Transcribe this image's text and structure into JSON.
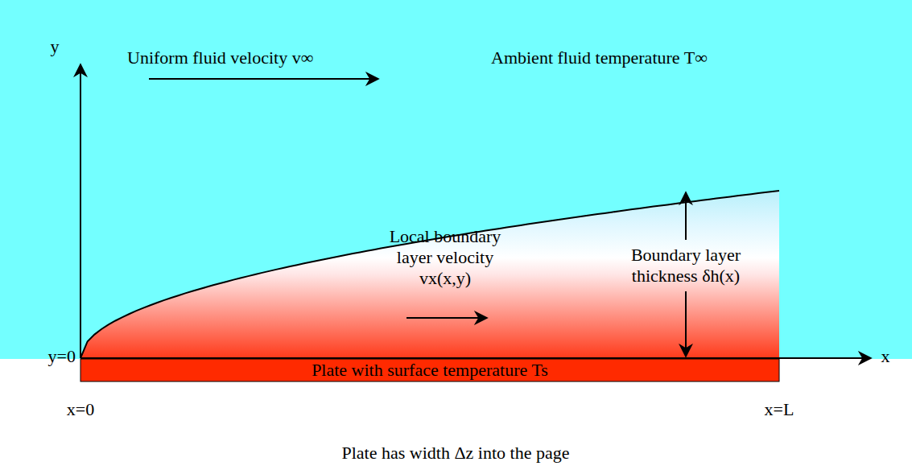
{
  "diagram": {
    "nodes": [
      {
        "text": [
          "Local boundary layer velocity vx(x,y)",
          "Boundary layer thickness δh(x)"
        ]
      },
      {
        "text": [
          "Plate with surface temperature Ts"
        ]
      }
    ],
    "labels": [
      "y",
      "Uniform fluid velocity v∞",
      "Ambient fluid temperature T∞",
      "y=0",
      "x",
      "x=0",
      "x=L",
      "Plate has width Δz into the page"
    ]
  }
}
